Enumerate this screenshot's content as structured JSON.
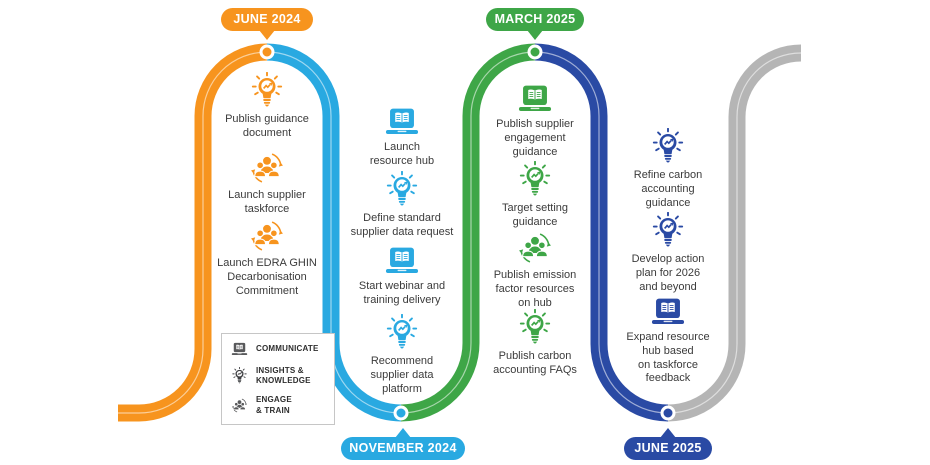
{
  "milestones": [
    {
      "label": "JUNE 2024",
      "color": "#F7941E",
      "position": "top"
    },
    {
      "label": "NOVEMBER 2024",
      "color": "#29A9E1",
      "position": "bottom"
    },
    {
      "label": "MARCH 2025",
      "color": "#3EA647",
      "position": "top"
    },
    {
      "label": "JUNE 2025",
      "color": "#2A4AA4",
      "position": "bottom"
    }
  ],
  "phases": [
    {
      "period": "JUNE 2024",
      "color": "#F7941E",
      "items": [
        {
          "icon": "lightbulb-icon",
          "label": "Publish guidance\ndocument"
        },
        {
          "icon": "people-group-icon",
          "label": "Launch supplier\ntaskforce"
        },
        {
          "icon": "people-group-icon",
          "label": "Launch EDRA GHIN\nDecarbonisation\nCommitment"
        }
      ]
    },
    {
      "period": "NOVEMBER 2024",
      "color": "#29A9E1",
      "items": [
        {
          "icon": "laptop-book-icon",
          "label": "Launch\nresource hub"
        },
        {
          "icon": "lightbulb-icon",
          "label": "Define standard\nsupplier data request"
        },
        {
          "icon": "laptop-book-icon",
          "label": "Start webinar and\ntraining delivery"
        },
        {
          "icon": "lightbulb-icon",
          "label": "Recommend\nsupplier data\nplatform"
        }
      ]
    },
    {
      "period": "MARCH 2025",
      "color": "#3EA647",
      "items": [
        {
          "icon": "laptop-book-icon",
          "label": "Publish supplier\nengagement\nguidance"
        },
        {
          "icon": "lightbulb-icon",
          "label": "Target setting\nguidance"
        },
        {
          "icon": "people-group-icon",
          "label": "Publish emission\nfactor resources\non hub"
        },
        {
          "icon": "lightbulb-icon",
          "label": "Publish carbon\naccounting FAQs"
        }
      ]
    },
    {
      "period": "JUNE 2025",
      "color": "#2A4AA4",
      "items": [
        {
          "icon": "lightbulb-icon",
          "label": "Refine carbon\naccounting\nguidance"
        },
        {
          "icon": "lightbulb-icon",
          "label": "Develop action\nplan for 2026\nand beyond"
        },
        {
          "icon": "laptop-book-icon",
          "label": "Expand resource\nhub based\non taskforce\nfeedback"
        }
      ]
    }
  ],
  "legend": {
    "items": [
      {
        "icon": "laptop-book-icon",
        "label": "COMMUNICATE"
      },
      {
        "icon": "lightbulb-icon",
        "label": "INSIGHTS &\nKNOWLEDGE"
      },
      {
        "icon": "people-group-icon",
        "label": "ENGAGE\n& TRAIN"
      }
    ]
  },
  "colors": {
    "orange": "#F7941E",
    "blue": "#29A9E1",
    "green": "#3EA647",
    "navy": "#2A4AA4",
    "gray_path": "#B5B5B5",
    "text": "#3B3B3B"
  }
}
